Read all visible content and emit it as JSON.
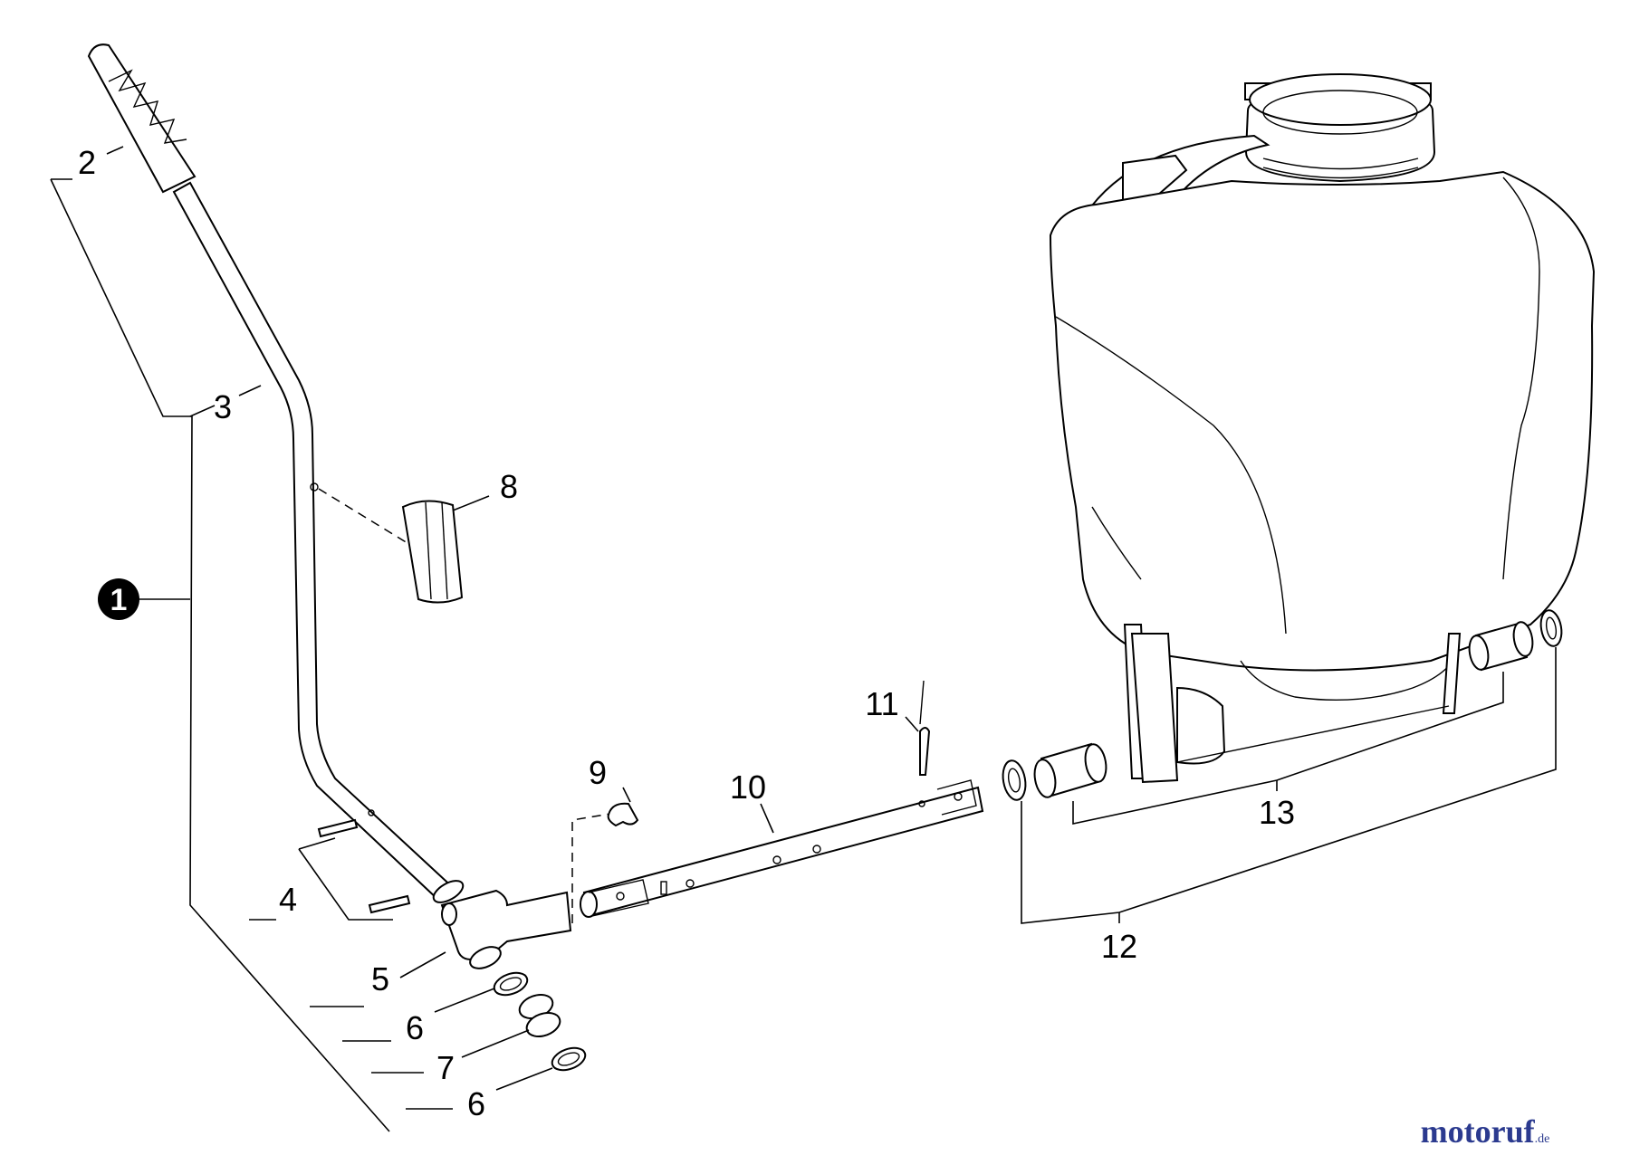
{
  "diagram": {
    "callout": "1",
    "labels": {
      "p2": "2",
      "p3": "3",
      "p4": "4",
      "p5": "5",
      "p6a": "6",
      "p6b": "6",
      "p7": "7",
      "p8": "8",
      "p9": "9",
      "p10": "10",
      "p11": "11",
      "p12": "12",
      "p13": "13"
    }
  },
  "watermark": {
    "main": "motoruf",
    "tld": ".de",
    "colors": {
      "primary": "#2b3a8f",
      "accent": "#d2691e"
    }
  }
}
